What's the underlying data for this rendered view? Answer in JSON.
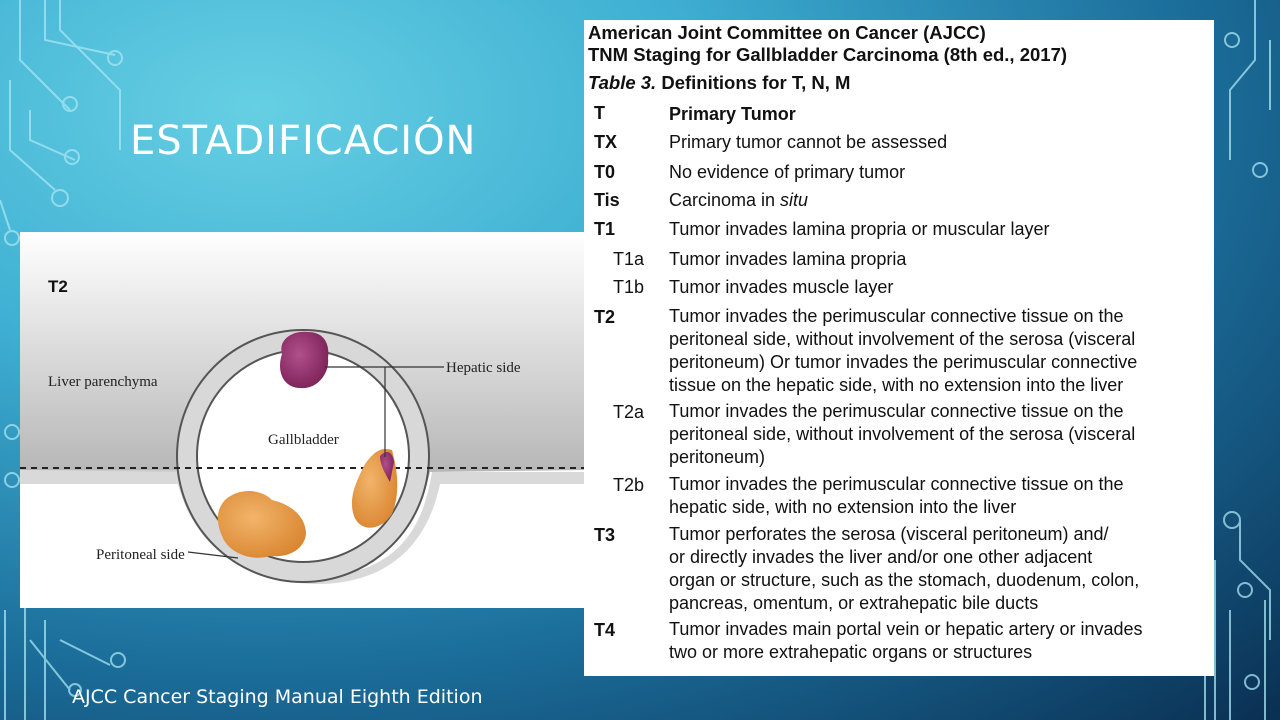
{
  "slide": {
    "title": "ESTADIFICACIÓN",
    "caption": "AJCC Cancer Staging Manual Eighth Edition"
  },
  "figure": {
    "stage_label": "T2",
    "liver_label": "Liver parenchyma",
    "gallbladder_label": "Gallbladder",
    "hepatic_label": "Hepatic side",
    "peritoneal_label": "Peritoneal side"
  },
  "table": {
    "header_line1": "American Joint Committee on Cancer (AJCC)",
    "header_line2": "TNM Staging for Gallbladder Carcinoma (8th ed., 2017)",
    "caption_prefix": "Table 3.",
    "caption_rest": " Definitions for T, N, M",
    "column_code": "T",
    "column_title": "Primary Tumor",
    "rows": [
      {
        "code": "TX",
        "desc": "Primary tumor cannot be assessed"
      },
      {
        "code": "T0",
        "desc": "No evidence of primary tumor"
      },
      {
        "code": "Tis",
        "desc_main": "Carcinoma in ",
        "desc_em": "situ"
      },
      {
        "code": "T1",
        "desc": "Tumor invades lamina propria or muscular layer"
      },
      {
        "code": "T1a",
        "desc": "Tumor invades lamina propria"
      },
      {
        "code": "T1b",
        "desc": "Tumor invades muscle layer"
      },
      {
        "code": "T2",
        "desc": "Tumor invades the perimuscular connective tissue on the\nperitoneal side, without involvement of the serosa (visceral\nperitoneum) Or tumor invades the perimuscular connective\ntissue on the hepatic side, with no extension into the liver"
      },
      {
        "code": "T2a",
        "desc": "Tumor invades the perimuscular connective tissue on the\nperitoneal side, without involvement of the serosa (visceral\nperitoneum)"
      },
      {
        "code": "T2b",
        "desc": "Tumor invades the perimuscular connective tissue on the\nhepatic side, with no extension into the liver"
      },
      {
        "code": "T3",
        "desc": "Tumor perforates the serosa (visceral peritoneum) and/\nor directly invades the liver and/or one other adjacent\norgan or structure, such as the stomach, duodenum, colon,\npancreas, omentum, or extrahepatic bile ducts"
      },
      {
        "code": "T4",
        "desc": "Tumor invades main portal vein or hepatic artery or invades\ntwo or more extrahepatic organs or structures"
      }
    ]
  }
}
